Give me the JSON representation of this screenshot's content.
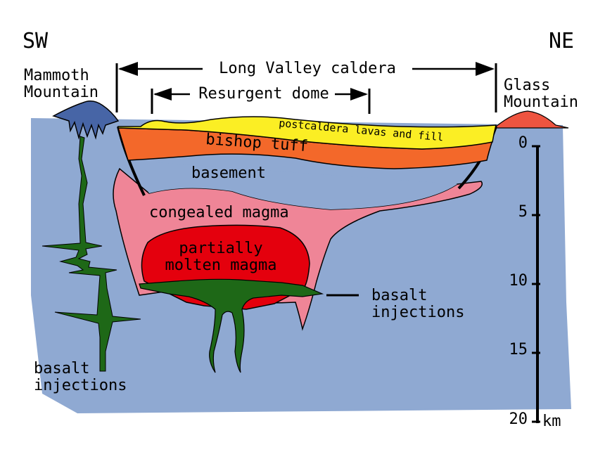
{
  "directions": {
    "left": "SW",
    "right": "NE"
  },
  "mountains": {
    "mammoth": [
      "Mammoth",
      "Mountain"
    ],
    "glass": [
      "Glass",
      "Mountain"
    ]
  },
  "spans": {
    "caldera": "Long Valley caldera",
    "dome": "Resurgent dome"
  },
  "layers": {
    "postcaldera": "postcaldera lavas and fill",
    "bishop": "bishop tuff",
    "basement": "basement",
    "congealed": "congealed magma",
    "partial": [
      "partially",
      "molten magma"
    ]
  },
  "injections": {
    "right": [
      "basalt",
      "injections"
    ],
    "left": [
      "basalt",
      "injections"
    ]
  },
  "depth_scale": {
    "ticks": [
      "0",
      "5",
      "10",
      "15",
      "20"
    ],
    "unit": "km"
  },
  "colors": {
    "crust": "#8fa9d2",
    "postcaldera": "#fbee24",
    "bishop": "#f3682a",
    "congealed": "#ef8597",
    "partial": "#e4000d",
    "basalt": "#1e6817",
    "mammoth": "#4765a6",
    "glass": "#ee5440"
  }
}
